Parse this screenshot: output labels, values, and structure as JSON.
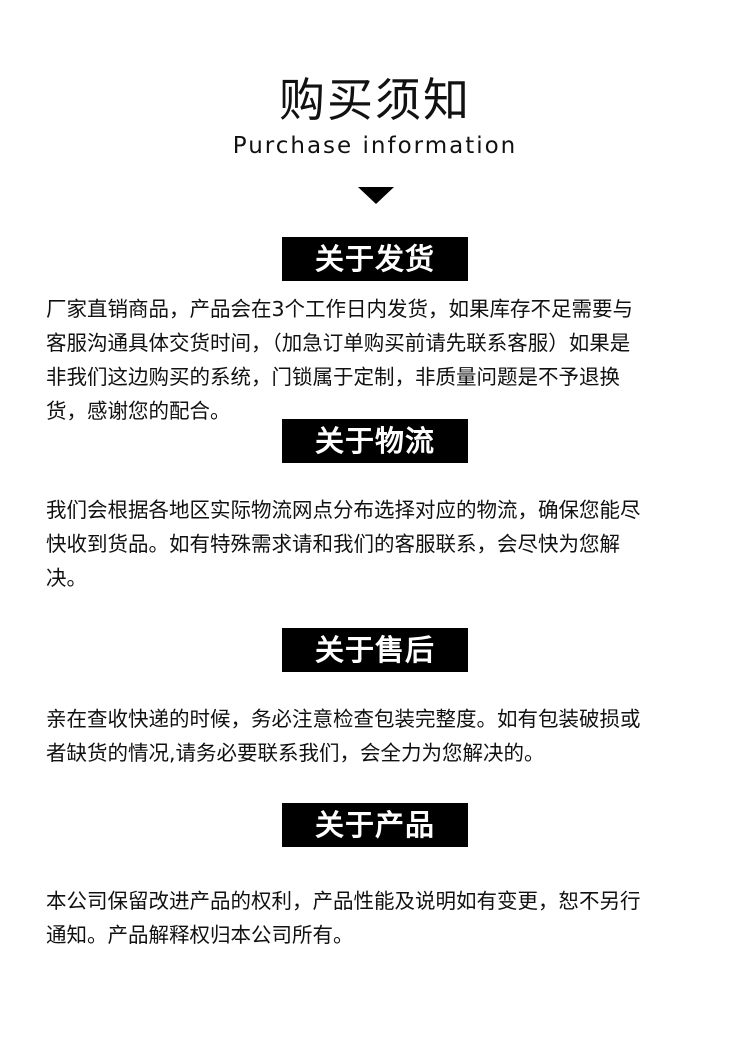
{
  "header": {
    "title": "购买须知",
    "subtitle": "Purchase information",
    "arrow_icon": "down-triangle-icon"
  },
  "sections": [
    {
      "heading": "关于发货",
      "lines": [
        "厂家直销商品，产品会在3个工作日内发货，如果库存不足需要与",
        "客服沟通具体交货时间，（加急订单购买前请先联系客服）如果是",
        "非我们这边购买的系统，门锁属于定制，非质量问题是不予退换",
        "货，感谢您的配合。"
      ]
    },
    {
      "heading": "关于物流",
      "lines": [
        "我们会根据各地区实际物流网点分布选择对应的物流，确保您能尽",
        "快收到货品。如有特殊需求请和我们的客服联系，会尽快为您解",
        "决。"
      ]
    },
    {
      "heading": "关于售后",
      "lines": [
        "亲在查收快递的时候，务必注意检查包装完整度。如有包装破损或",
        "者缺货的情况,请务必要联系我们，会全力为您解决的。"
      ]
    },
    {
      "heading": "关于产品",
      "lines": [
        "本公司保留改进产品的权利，产品性能及说明如有变更，恕不另行",
        "通知。产品解释权归本公司所有。"
      ]
    }
  ],
  "colors": {
    "background": "#ffffff",
    "text": "#111111",
    "heading_bg": "#000000",
    "heading_text": "#ffffff"
  }
}
